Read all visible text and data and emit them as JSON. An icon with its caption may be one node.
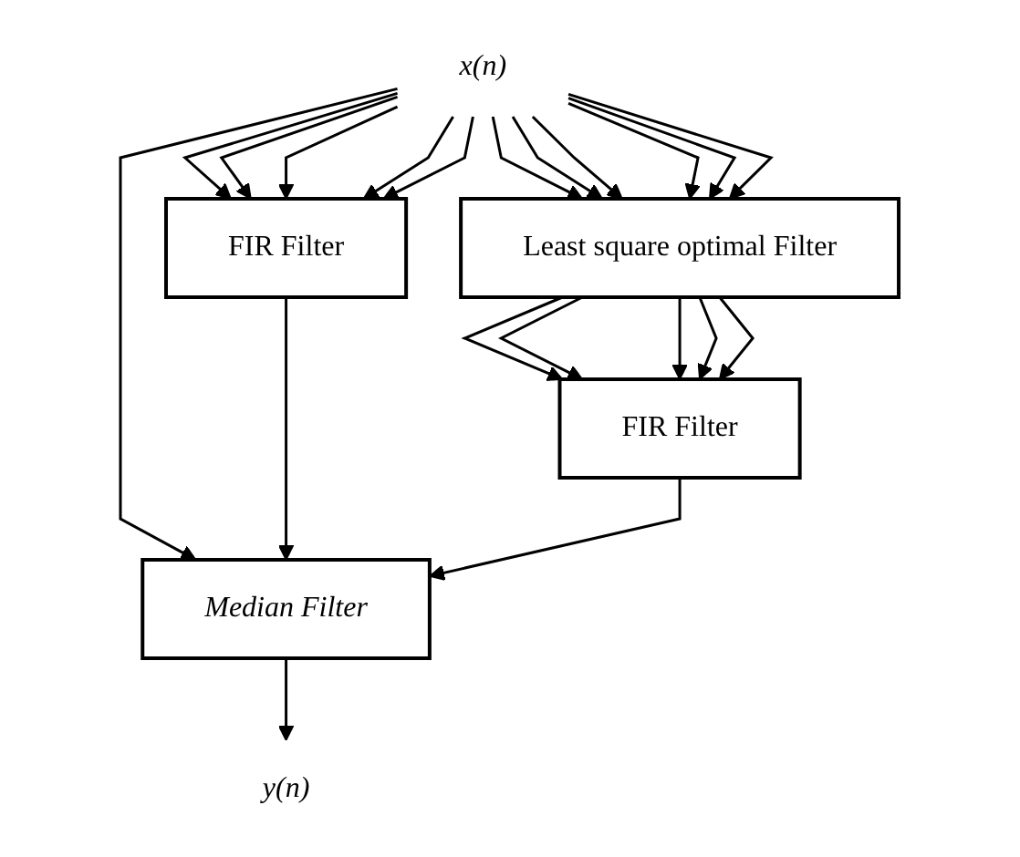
{
  "diagram": {
    "nodes": [
      {
        "text": [
          "x(n)"
        ]
      },
      {
        "text": [
          "Least square optimal Filter"
        ]
      },
      {
        "text": [
          "FIR Filter"
        ]
      },
      {
        "text": [
          "FIR Filter"
        ]
      },
      {
        "text": [
          "Median Filter"
        ]
      },
      {
        "text": [
          "y(n)"
        ]
      }
    ],
    "edges": [
      {
        "from": 0,
        "to": 1,
        "arrow": "to"
      },
      {
        "from": 0,
        "to": 1,
        "arrow": "to"
      },
      {
        "from": 0,
        "to": 1,
        "arrow": "to"
      },
      {
        "from": 0,
        "to": 1,
        "arrow": "to"
      },
      {
        "from": 0,
        "to": 1,
        "arrow": "to"
      },
      {
        "from": 0,
        "to": 1,
        "arrow": "to"
      },
      {
        "from": 0,
        "to": 2,
        "arrow": "to"
      },
      {
        "from": 0,
        "to": 2,
        "arrow": "to"
      },
      {
        "from": 0,
        "to": 2,
        "arrow": "to"
      },
      {
        "from": 0,
        "to": 2,
        "arrow": "to"
      },
      {
        "from": 0,
        "to": 2,
        "arrow": "to"
      },
      {
        "from": 0,
        "to": 4,
        "arrow": "to"
      },
      {
        "from": 1,
        "to": 3,
        "arrow": "to"
      },
      {
        "from": 1,
        "to": 3,
        "arrow": "to"
      },
      {
        "from": 1,
        "to": 3,
        "arrow": "to"
      },
      {
        "from": 1,
        "to": 3,
        "arrow": "to"
      },
      {
        "from": 1,
        "to": 3,
        "arrow": "to"
      },
      {
        "from": 2,
        "to": 4,
        "arrow": "to"
      },
      {
        "from": 3,
        "to": 4,
        "arrow": "to"
      },
      {
        "from": 4,
        "to": 5,
        "arrow": "to"
      }
    ]
  }
}
